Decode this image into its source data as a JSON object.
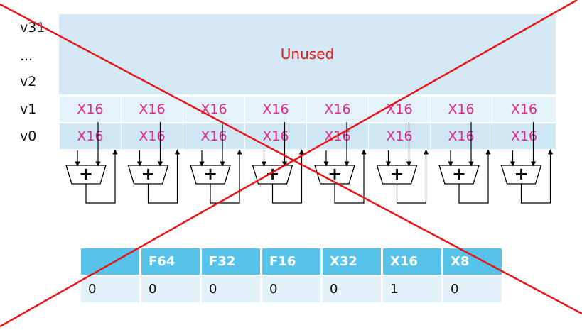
{
  "registers": {
    "top": "v31",
    "ellipsis": "...",
    "v2": "v2",
    "v1": "v1",
    "v0": "v0"
  },
  "unused_label": "Unused",
  "lane_label": "X16",
  "lane_count": 8,
  "adder_symbol": "+",
  "type_table": {
    "headers": [
      "",
      "F64",
      "F32",
      "F16",
      "X32",
      "X16",
      "X8"
    ],
    "values": [
      "0",
      "0",
      "0",
      "0",
      "0",
      "1",
      "0"
    ]
  },
  "colors": {
    "unused_fill": "#d5e9f5",
    "unused_text": "#e8141a",
    "lane_text": "#e0288a",
    "table_header": "#56c3ea",
    "cross": "#e8141a"
  }
}
